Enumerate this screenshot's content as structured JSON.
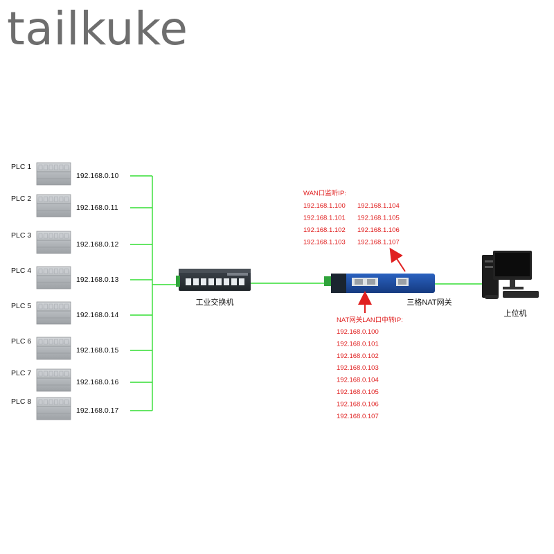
{
  "brand": {
    "text": "tailkuke"
  },
  "plcs": [
    {
      "label": "PLC 1",
      "ip": "192.168.0.10"
    },
    {
      "label": "PLC 2",
      "ip": "192.168.0.11"
    },
    {
      "label": "PLC 3",
      "ip": "192.168.0.12"
    },
    {
      "label": "PLC 4",
      "ip": "192.168.0.13"
    },
    {
      "label": "PLC 5",
      "ip": "192.168.0.14"
    },
    {
      "label": "PLC 6",
      "ip": "192.168.0.15"
    },
    {
      "label": "PLC 7",
      "ip": "192.168.0.16"
    },
    {
      "label": "PLC 8",
      "ip": "192.168.0.17"
    }
  ],
  "switch": {
    "label": "工业交换机"
  },
  "gateway": {
    "label": "三格NAT网关"
  },
  "host": {
    "label": "上位机"
  },
  "wan": {
    "title": "WAN口监听IP:",
    "col1": [
      "192.168.1.100",
      "192.168.1.101",
      "192.168.1.102",
      "192.168.1.103"
    ],
    "col2": [
      "192.168.1.104",
      "192.168.1.105",
      "192.168.1.106",
      "192.168.1.107"
    ]
  },
  "lan": {
    "title": "NAT网关LAN口中转IP:",
    "ips": [
      "192.168.0.100",
      "192.168.0.101",
      "192.168.0.102",
      "192.168.0.103",
      "192.168.0.104",
      "192.168.0.105",
      "192.168.0.106",
      "192.168.0.107"
    ]
  },
  "colors": {
    "link": "#33dd33",
    "ip_red": "#e02020",
    "gateway_blue": "#1d4fa0",
    "plc_gray": "#b8bcc0"
  }
}
